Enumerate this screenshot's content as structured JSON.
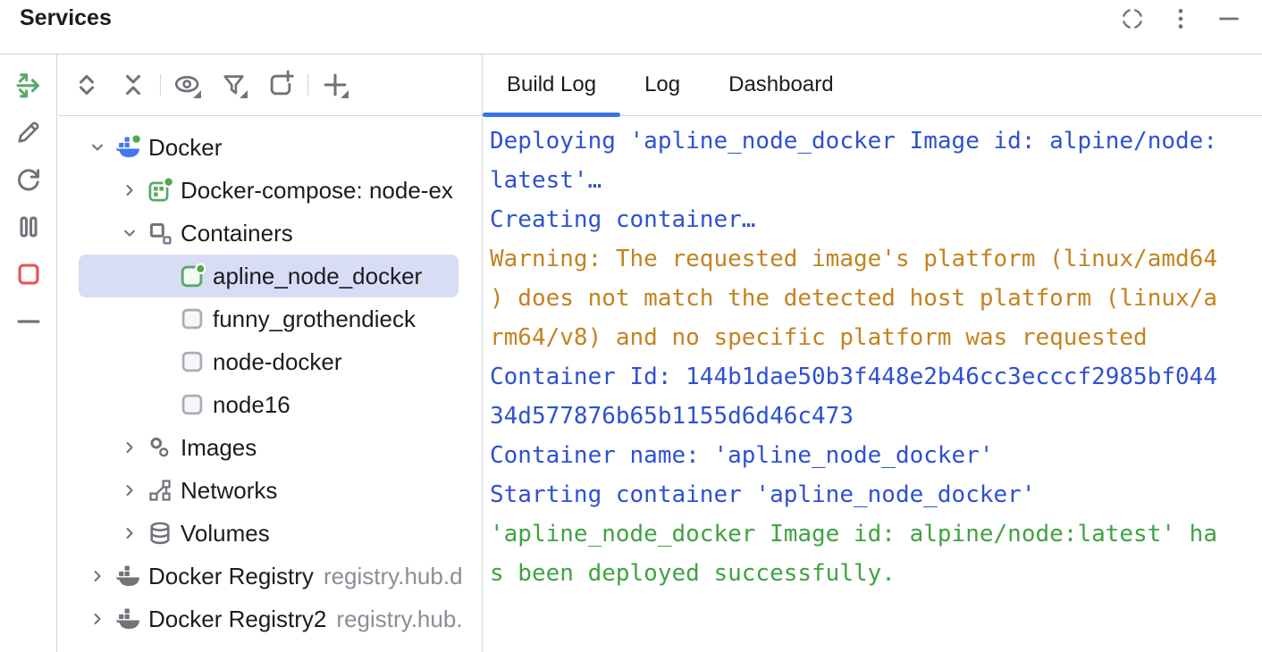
{
  "header": {
    "title": "Services",
    "icons": [
      {
        "name": "target"
      },
      {
        "name": "kebab-menu"
      },
      {
        "name": "minimize"
      }
    ]
  },
  "left_toolbar": {
    "items": [
      {
        "icon": "deploy-arrows"
      },
      {
        "icon": "pencil"
      },
      {
        "icon": "refresh"
      },
      {
        "icon": "pause"
      },
      {
        "icon": "stop"
      },
      {
        "icon": "collapse-line"
      }
    ]
  },
  "tree_toolbar": {
    "items": [
      {
        "icon": "expand-all"
      },
      {
        "icon": "collapse-all"
      },
      {
        "icon": "sep"
      },
      {
        "icon": "eye"
      },
      {
        "icon": "filter"
      },
      {
        "icon": "add-tab"
      },
      {
        "icon": "sep"
      },
      {
        "icon": "plus"
      }
    ]
  },
  "tree": {
    "rows": [
      {
        "label": "Docker",
        "secondary": "",
        "level": 0,
        "chevron": "down",
        "icon": "docker-whale",
        "selected": false
      },
      {
        "label": "Docker-compose: node-ex",
        "secondary": "",
        "level": 1,
        "chevron": "right",
        "icon": "compose",
        "selected": false
      },
      {
        "label": "Containers",
        "secondary": "",
        "level": 1,
        "chevron": "down",
        "icon": "containers",
        "selected": false
      },
      {
        "label": "apline_node_docker",
        "secondary": "",
        "level": 2,
        "chevron": "none",
        "icon": "container-running",
        "selected": true
      },
      {
        "label": "funny_grothendieck",
        "secondary": "",
        "level": 2,
        "chevron": "none",
        "icon": "container-stopped",
        "selected": false
      },
      {
        "label": "node-docker",
        "secondary": "",
        "level": 2,
        "chevron": "none",
        "icon": "container-stopped",
        "selected": false
      },
      {
        "label": "node16",
        "secondary": "",
        "level": 2,
        "chevron": "none",
        "icon": "container-stopped",
        "selected": false
      },
      {
        "label": "Images",
        "secondary": "",
        "level": 1,
        "chevron": "right",
        "icon": "images",
        "selected": false
      },
      {
        "label": "Networks",
        "secondary": "",
        "level": 1,
        "chevron": "right",
        "icon": "networks",
        "selected": false
      },
      {
        "label": "Volumes",
        "secondary": "",
        "level": 1,
        "chevron": "right",
        "icon": "volumes",
        "selected": false
      },
      {
        "label": "Docker Registry",
        "secondary": "registry.hub.d",
        "level": 0,
        "chevron": "right",
        "icon": "registry-whale",
        "selected": false
      },
      {
        "label": "Docker Registry2",
        "secondary": "registry.hub.",
        "level": 0,
        "chevron": "right",
        "icon": "registry-whale",
        "selected": false
      }
    ]
  },
  "tabs": [
    {
      "label": "Build Log",
      "active": true
    },
    {
      "label": "Log",
      "active": false
    },
    {
      "label": "Dashboard",
      "active": false
    }
  ],
  "log": {
    "lines": [
      {
        "text": "Deploying 'apline_node_docker Image id: alpine/node:",
        "color": "info"
      },
      {
        "text": "latest'…",
        "color": "info"
      },
      {
        "text": "Creating container…",
        "color": "info"
      },
      {
        "text": "Warning: The requested image's platform (linux/amd64",
        "color": "warning"
      },
      {
        "text": ") does not match the detected host platform (linux/a",
        "color": "warning"
      },
      {
        "text": "rm64/v8) and no specific platform was requested",
        "color": "warning"
      },
      {
        "text": "Container Id: 144b1dae50b3f448e2b46cc3ecccf2985bf044",
        "color": "info"
      },
      {
        "text": "34d577876b65b1155d6d46c473",
        "color": "info"
      },
      {
        "text": "Container name: 'apline_node_docker'",
        "color": "info"
      },
      {
        "text": "Starting container 'apline_node_docker'",
        "color": "info"
      },
      {
        "text": "'apline_node_docker Image id: alpine/node:latest' ha",
        "color": "success"
      },
      {
        "text": "s been deployed successfully.",
        "color": "success"
      }
    ]
  },
  "colors": {
    "border": "#D1D3D8",
    "accent": "#3574F0",
    "selection": "#D8DCF5",
    "log_info": "#2E51D1",
    "log_warning": "#C4821F",
    "log_success": "#3FA342",
    "secondary_text": "#8B8E98",
    "icon_gray": "#6F737A",
    "icon_green": "#59A869",
    "icon_red": "#E35757",
    "docker_blue": "#4377EF",
    "badge_green": "#57A64A",
    "text": "#1B1C1F"
  }
}
